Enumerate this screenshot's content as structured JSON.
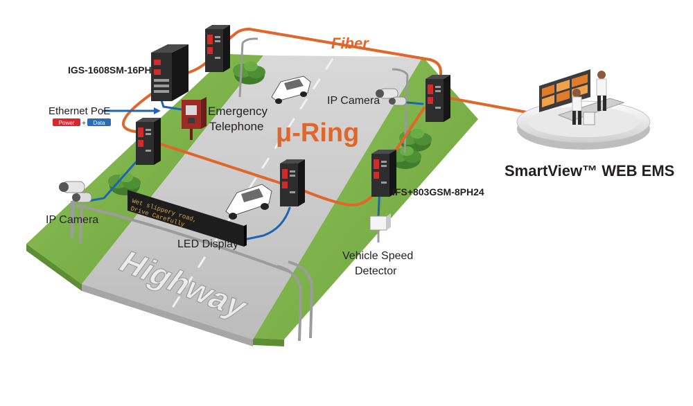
{
  "labels": {
    "fiber": "Fiber",
    "ring": "μ-Ring",
    "highway": "Highway",
    "ems": "SmartView™ WEB EMS",
    "switch_top_model": "IGS-1608SM-16PH",
    "switch_right_model": "IFS+803GSM-8PH24",
    "ethernet_poe": "Ethernet PoE",
    "poe_power": "Power",
    "poe_plus": "+",
    "poe_data": "Data",
    "emergency_line1": "Emergency",
    "emergency_line2": "Telephone",
    "ip_camera_right": "IP Camera",
    "ip_camera_left": "IP Camera",
    "led_display": "LED Display",
    "led_message_line1": "Wet slippery road,",
    "led_message_line2": "Drive Carefully",
    "vehicle_line1": "Vehicle Speed",
    "vehicle_line2": "Detector"
  },
  "colors": {
    "fiber": "#e0662a",
    "copper": "#1f63b3",
    "grass": "#7fb24a",
    "road": "#c8c8c8",
    "switch": "#2b2b2b",
    "switch_accent": "#d22b2b",
    "poe_power": "#d7282f",
    "poe_data": "#2a6db5"
  }
}
